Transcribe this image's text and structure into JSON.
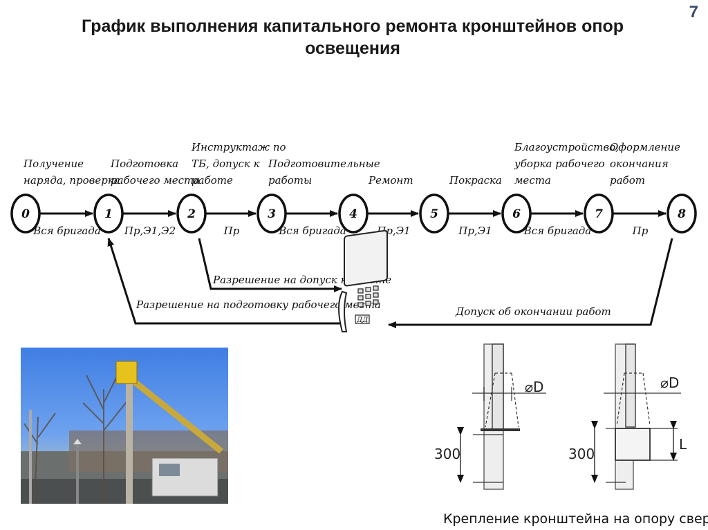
{
  "page_number": "7",
  "title_line1": "График выполнения капитального ремонта кронштейнов опор",
  "title_line2": "освещения",
  "nodes": [
    "0",
    "1",
    "2",
    "3",
    "4",
    "5",
    "6",
    "7",
    "8"
  ],
  "tasks": [
    [
      "Получение",
      "наряда, проверка"
    ],
    [
      "Подготовка",
      "рабочего места"
    ],
    [
      "Инструктаж по",
      "ТБ, допуск к",
      "работе"
    ],
    [
      "Подготовительные",
      "работы"
    ],
    [
      "Ремонт"
    ],
    [
      "Покраска"
    ],
    [
      "Благоустройство,",
      "уборка рабочего",
      "места"
    ],
    [
      "Оформление",
      "окончания",
      "работ"
    ]
  ],
  "performers": [
    "Вся бригада",
    "Пр,Э1,Э2",
    "Пр",
    "Вся бригада",
    "Пр,Э1",
    "Пр,Э1",
    "Вся бригада",
    "Пр"
  ],
  "links": {
    "work_permit": "Разрешение на допуск к работе",
    "prep_permit": "Разрешение на подготовку рабочего места",
    "completion": "Допуск об окончании работ"
  },
  "phone_label": "ДД",
  "drawing": {
    "diameter_label": "⌀D",
    "dim_300": "300",
    "dim_L": "L"
  },
  "caption": "Крепление кронштейна на опору сверху"
}
